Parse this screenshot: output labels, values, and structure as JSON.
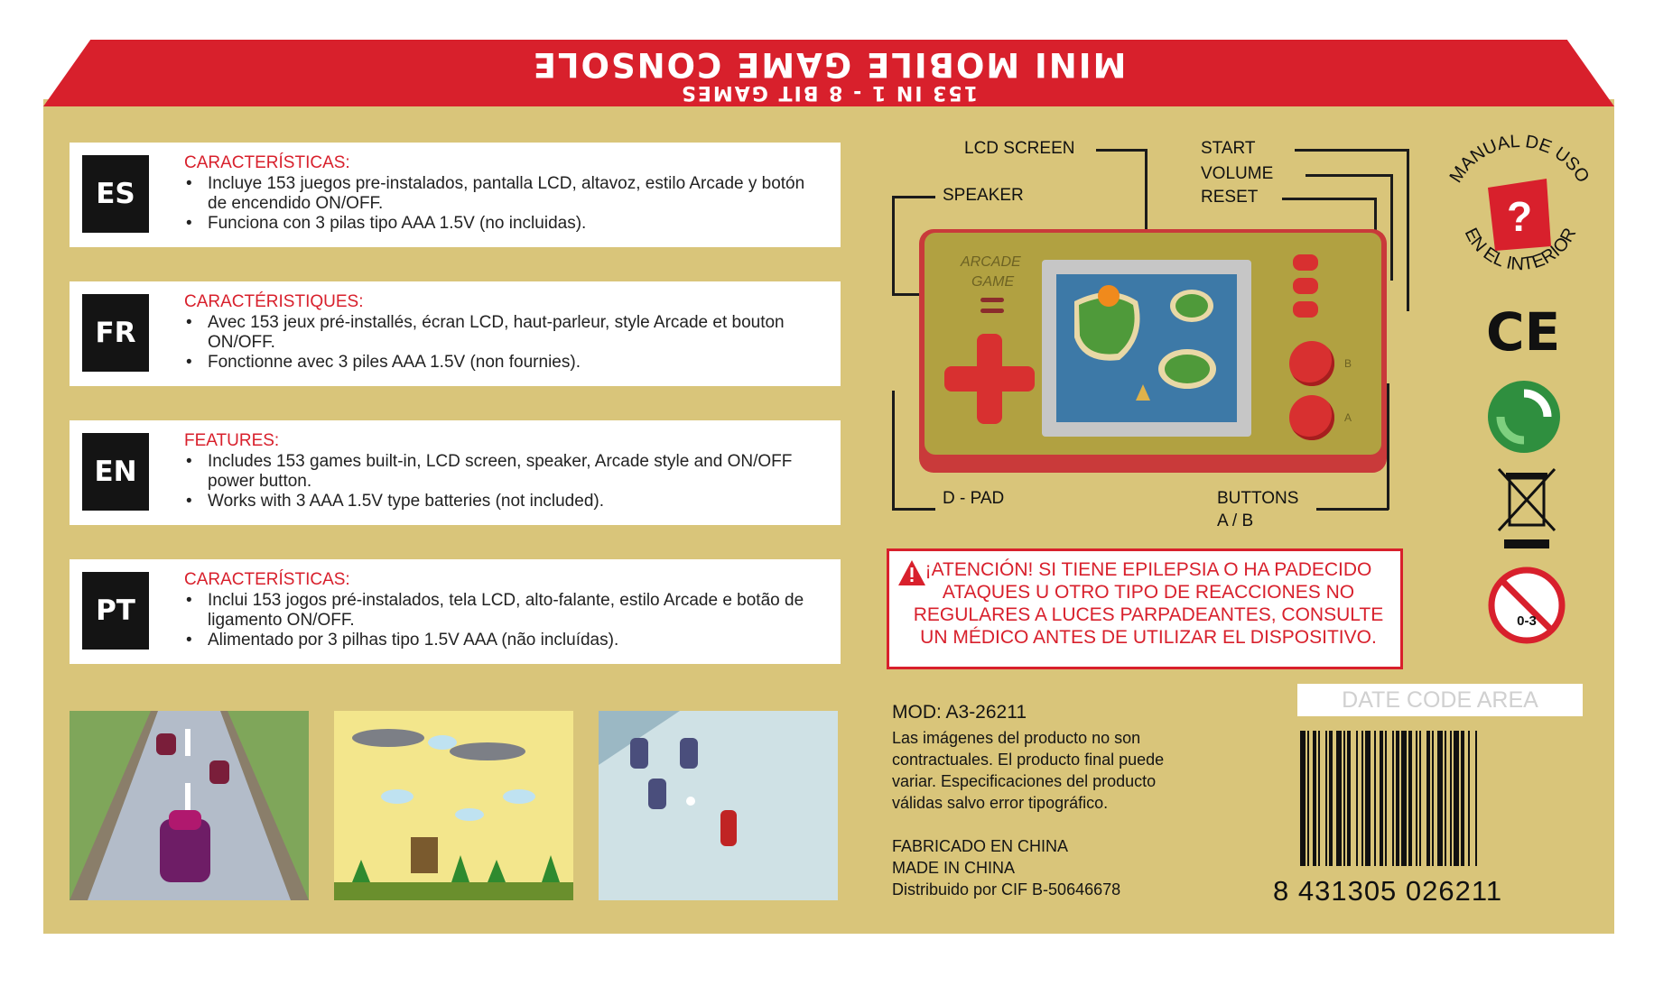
{
  "header": {
    "title": "MINI MOBILE GAME CONSOLE",
    "subtitle": "153 IN 1 - 8 BIT GAMES"
  },
  "languages": [
    {
      "code": "ES",
      "title": "CARACTERÍSTICAS:",
      "bullets": [
        "Incluye 153 juegos pre-instalados, pantalla LCD, altavoz, estilo Arcade y botón de encendido ON/OFF.",
        "Funciona con 3 pilas tipo AAA 1.5V (no incluidas)."
      ]
    },
    {
      "code": "FR",
      "title": "CARACTÉRISTIQUES:",
      "bullets": [
        "Avec 153 jeux pré-installés, écran LCD, haut-parleur, style Arcade et bouton ON/OFF.",
        "Fonctionne avec 3 piles AAA 1.5V (non fournies)."
      ]
    },
    {
      "code": "EN",
      "title": "FEATURES:",
      "bullets": [
        "Includes 153 games built-in, LCD screen, speaker, Arcade style and ON/OFF power button.",
        "Works with 3 AAA 1.5V type batteries (not included)."
      ]
    },
    {
      "code": "PT",
      "title": "CARACTERÍSTICAS:",
      "bullets": [
        "Inclui 153 jogos pré-instalados, tela LCD, alto-falante, estilo Arcade e botão de ligamento ON/OFF.",
        "Alimentado por 3 pilhas tipo 1.5V AAA (não incluídas)."
      ]
    }
  ],
  "diagram": {
    "lcd_screen": "LCD SCREEN",
    "speaker": "SPEAKER",
    "start": "START",
    "volume": "VOLUME",
    "reset": "RESET",
    "dpad": "D - PAD",
    "buttons": "BUTTONS",
    "buttons_ab": "A / B",
    "console_logo_1": "ARCADE",
    "console_logo_2": "GAME",
    "btn_b": "B",
    "btn_a": "A"
  },
  "warning": {
    "text": "¡ATENCIÓN! SI TIENE EPILEPSIA O HA PADECIDO ATAQUES U OTRO TIPO DE REACCIONES  NO REGULARES A LUCES PARPADEANTES, CONSULTE UN MÉDICO ANTES DE UTILIZAR EL DISPOSITIVO."
  },
  "product_info": {
    "model": "MOD: A3-26211",
    "disclaimer": "Las imágenes del producto no son contractuales. El producto final puede variar. Especificaciones del producto válidas salvo error tipográfico.",
    "made_es": "FABRICADO EN CHINA",
    "made_en": "MADE IN CHINA",
    "distributor": "Distribuido por CIF B-50646678"
  },
  "manual_badge": {
    "top": "MANUAL DE USO",
    "bottom": "EN EL INTERIOR",
    "symbol": "?"
  },
  "age_badge": "0-3",
  "ce_mark": "CE",
  "date_code": "DATE CODE AREA",
  "barcode_number": "8 431305 026211",
  "colors": {
    "box": "#d9c57a",
    "accent_red": "#d8202c",
    "text_dark": "#141414"
  }
}
